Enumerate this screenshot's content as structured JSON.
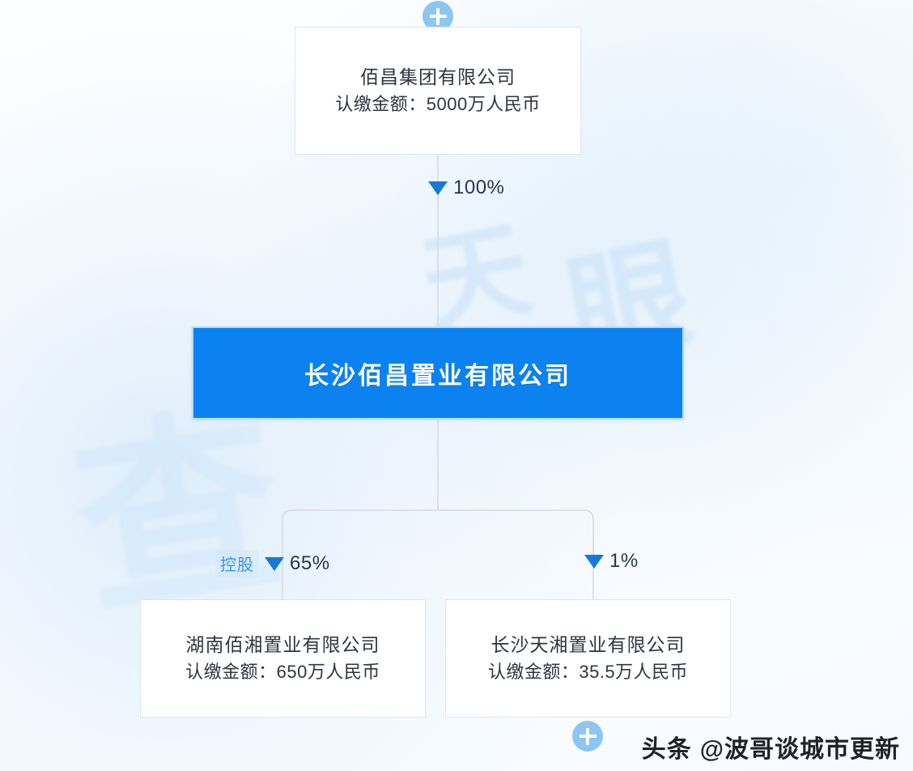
{
  "diagram": {
    "type": "equity-ownership-tree",
    "background_watermark": [
      "天",
      "眼",
      "查"
    ],
    "root": {
      "name": "佰昌集团有限公司",
      "detail": "认缴金额：5000万人民币"
    },
    "focus": {
      "name": "长沙佰昌置业有限公司"
    },
    "children": [
      {
        "name": "湖南佰湘置业有限公司",
        "detail": "认缴金额：650万人民币"
      },
      {
        "name": "长沙天湘置业有限公司",
        "detail": "认缴金额：35.5万人民币"
      }
    ],
    "edges": {
      "root_to_focus": {
        "percent": "100%",
        "tag": ""
      },
      "focus_to_left": {
        "percent": "65%",
        "tag": "控股"
      },
      "focus_to_right": {
        "percent": "1%",
        "tag": ""
      }
    },
    "expanders": {
      "top": "expand-parents",
      "bottom": "expand-children"
    }
  },
  "branding": {
    "platform": "头条",
    "handle": "@波哥谈城市更新"
  },
  "colors": {
    "accent_blue": "#0b82f0",
    "arrow_blue": "#1878d8",
    "tag_blue": "#3a95e6",
    "plus_blue": "#8cc6f2",
    "card_border": "#e2e5ea",
    "text_dark": "#2f3540",
    "percent_text": "#2b3648"
  }
}
